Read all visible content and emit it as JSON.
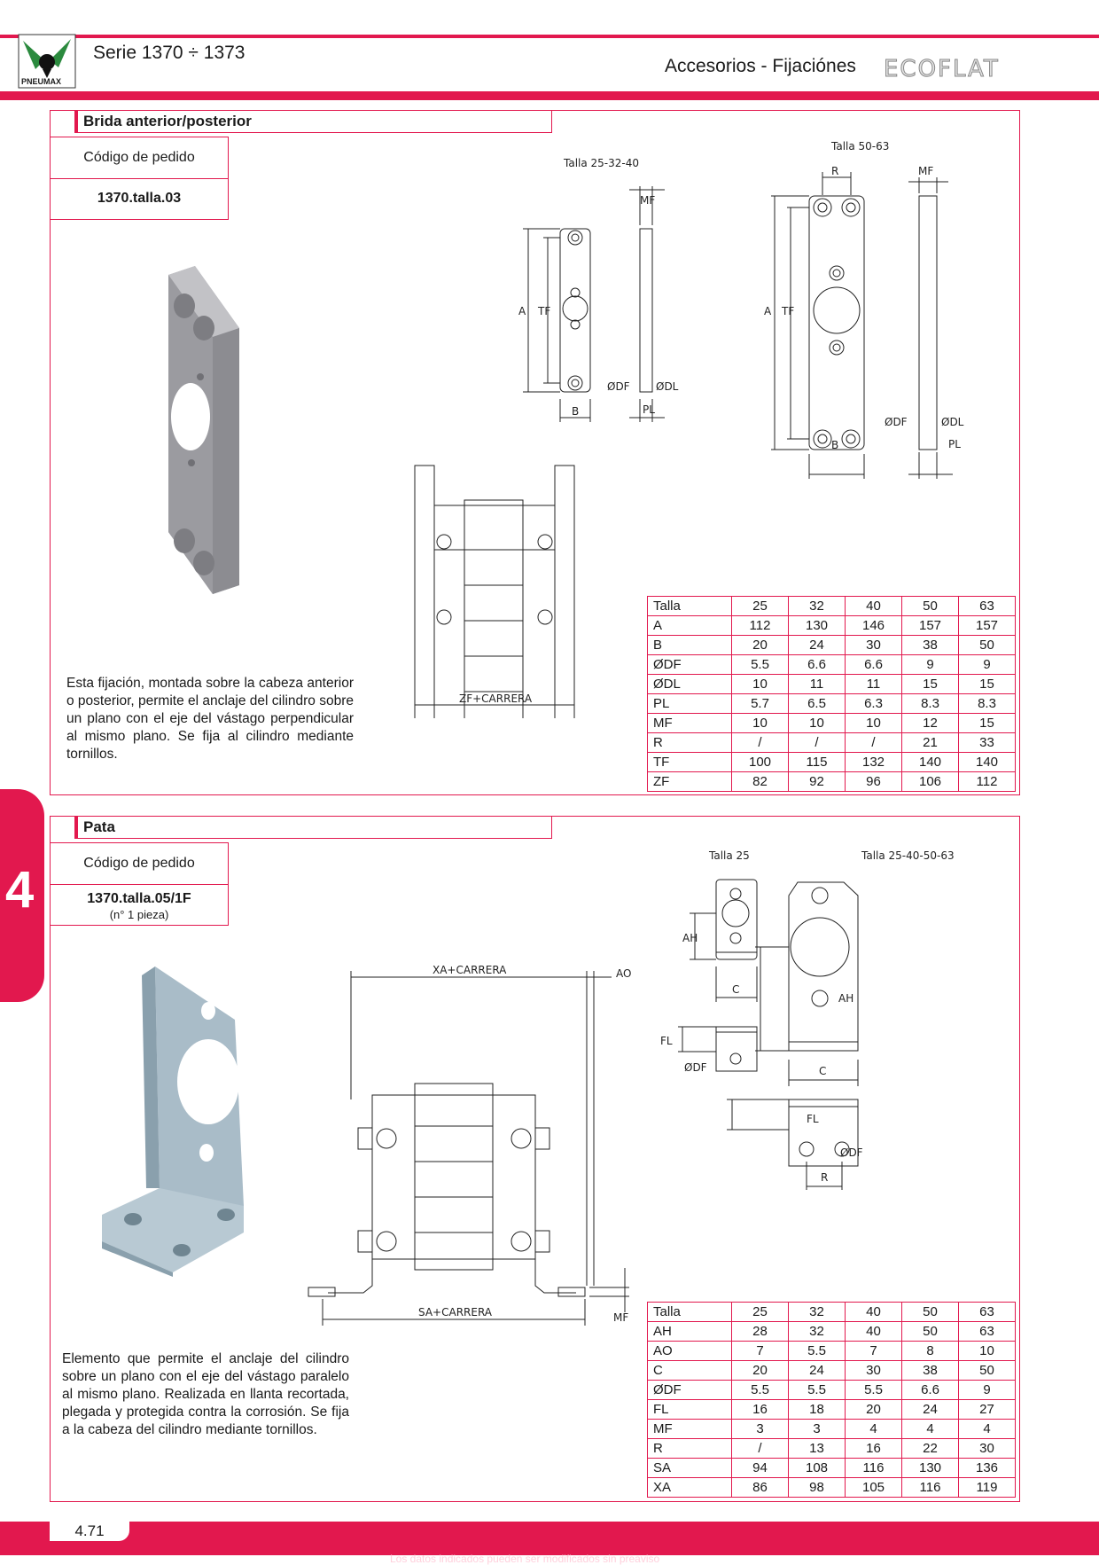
{
  "header": {
    "brand": "PNEUMAX",
    "series": "Serie 1370 ÷ 1373",
    "title": "Accesorios - Fijaciónes",
    "product_logo": "ECOFLAT",
    "accent_color": "#e2184e"
  },
  "side_tab": "4",
  "section1": {
    "title": "Brida anterior/posterior",
    "order_label": "Código de pedido",
    "order_code": "1370.talla.03",
    "description": "Esta fijación, montada sobre la cabeza anterior o posterior, permite el anclaje del cilindro sobre un plano con el eje del vástago perpendicular al mismo plano. Se fija al cilindro mediante tornillos.",
    "drawing_labels": {
      "talla_small": "Talla 25-32-40",
      "talla_large": "Talla 50-63",
      "A": "A",
      "TF": "TF",
      "B": "B",
      "R": "R",
      "MF": "MF",
      "PL": "PL",
      "DF": "ØDF",
      "DL": "ØDL",
      "ZF": "ZF+CARRERA"
    },
    "table": {
      "header": [
        "Talla",
        "25",
        "32",
        "40",
        "50",
        "63"
      ],
      "rows": [
        [
          "A",
          "112",
          "130",
          "146",
          "157",
          "157"
        ],
        [
          "B",
          "20",
          "24",
          "30",
          "38",
          "50"
        ],
        [
          "ØDF",
          "5.5",
          "6.6",
          "6.6",
          "9",
          "9"
        ],
        [
          "ØDL",
          "10",
          "11",
          "11",
          "15",
          "15"
        ],
        [
          "PL",
          "5.7",
          "6.5",
          "6.3",
          "8.3",
          "8.3"
        ],
        [
          "MF",
          "10",
          "10",
          "10",
          "12",
          "15"
        ],
        [
          "R",
          "/",
          "/",
          "/",
          "21",
          "33"
        ],
        [
          "TF",
          "100",
          "115",
          "132",
          "140",
          "140"
        ],
        [
          "ZF",
          "82",
          "92",
          "96",
          "106",
          "112"
        ]
      ]
    }
  },
  "section2": {
    "title": "Pata",
    "order_label": "Código de pedido",
    "order_code": "1370.talla.05/1F",
    "order_note": "(n° 1 pieza)",
    "description": "Elemento que permite el anclaje del cilindro sobre un plano con el eje del vástago paralelo al mismo plano. Realizada en llanta recortada, plegada y protegida contra la corrosión. Se fija a la cabeza del cilindro mediante tornillos.",
    "drawing_labels": {
      "talla_small": "Talla 25",
      "talla_large": "Talla 25-40-50-63",
      "AH": "AH",
      "C": "C",
      "FL": "FL",
      "DF": "ØDF",
      "R": "R",
      "AO": "AO",
      "MF": "MF",
      "XA": "XA+CARRERA",
      "SA": "SA+CARRERA"
    },
    "table": {
      "header": [
        "Talla",
        "25",
        "32",
        "40",
        "50",
        "63"
      ],
      "rows": [
        [
          "AH",
          "28",
          "32",
          "40",
          "50",
          "63"
        ],
        [
          "AO",
          "7",
          "5.5",
          "7",
          "8",
          "10"
        ],
        [
          "C",
          "20",
          "24",
          "30",
          "38",
          "50"
        ],
        [
          "ØDF",
          "5.5",
          "5.5",
          "5.5",
          "6.6",
          "9"
        ],
        [
          "FL",
          "16",
          "18",
          "20",
          "24",
          "27"
        ],
        [
          "MF",
          "3",
          "3",
          "4",
          "4",
          "4"
        ],
        [
          "R",
          "/",
          "13",
          "16",
          "22",
          "30"
        ],
        [
          "SA",
          "94",
          "108",
          "116",
          "130",
          "136"
        ],
        [
          "XA",
          "86",
          "98",
          "105",
          "116",
          "119"
        ]
      ]
    }
  },
  "footer": {
    "page": "4.71",
    "disclaimer": "Los datos indicados pueden ser modificados sin preaviso"
  }
}
